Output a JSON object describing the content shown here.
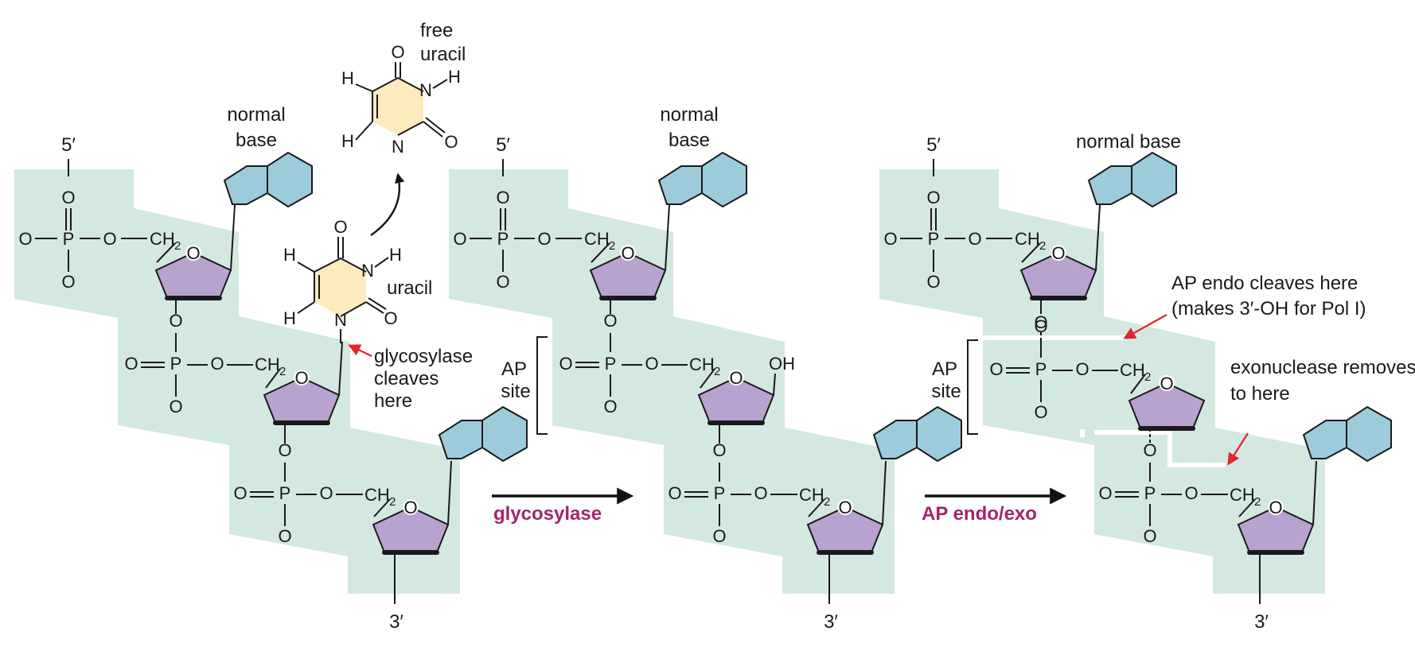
{
  "labels": {
    "five_prime": "5′",
    "three_prime": "3′",
    "normal_base": "normal base",
    "free_uracil": "free uracil",
    "uracil": "uracil",
    "glycosylase_cleaves_here": "glycosylase cleaves here",
    "ap_site": "AP site",
    "ap_endo_cleaves_here": "AP endo cleaves here",
    "ap_endo_note": "(makes 3′-OH for Pol I)",
    "exonuclease_removes_to_here": "exonuclease removes to here"
  },
  "steps": {
    "step1": "glycosylase",
    "step2": "AP endo/exo"
  },
  "atoms": {
    "O": "O",
    "P": "P",
    "H": "H",
    "N": "N",
    "C": "CH",
    "two": "2",
    "OH": "OH"
  },
  "colors": {
    "backbone_shading": "#d3e8e1",
    "sugar": "#b8a3d0",
    "base": "#9ccbdb",
    "uracil": "#fdebbd",
    "process_label": "#a4246e",
    "pointer": "#e0262c"
  }
}
